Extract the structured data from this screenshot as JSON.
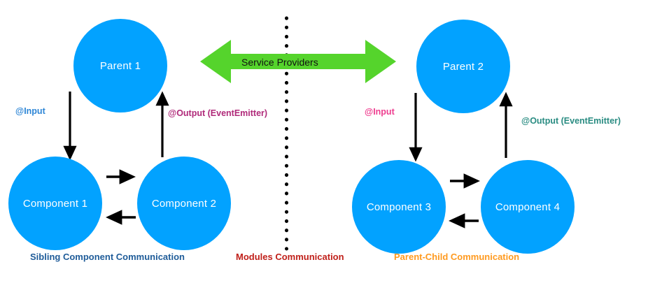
{
  "diagram": {
    "title": "Angular Component Communication Diagram",
    "background": "#ffffff",
    "colors": {
      "node_fill": "#02A2FF",
      "node_text": "#ffffff",
      "arrow": "#000000",
      "divider": "#000000",
      "service_arrow": "#55D42C",
      "service_text": "#111111",
      "input_left": "#2E86D6",
      "output_left": "#B02A7A",
      "input_right": "#EE3D8F",
      "output_right": "#2A8C82",
      "caption_sibling": "#1F5C99",
      "caption_modules": "#C0201A",
      "caption_parent_child": "#FF9A1F"
    },
    "nodes": [
      {
        "id": "parent1",
        "label": "Parent  1"
      },
      {
        "id": "parent2",
        "label": "Parent  2"
      },
      {
        "id": "component1",
        "label": "Component  1"
      },
      {
        "id": "component2",
        "label": "Component  2"
      },
      {
        "id": "component3",
        "label": "Component  3"
      },
      {
        "id": "component4",
        "label": "Component  4"
      }
    ],
    "annotations": {
      "input_left": "@Input",
      "output_left": "@Output (EventEmitter)",
      "input_right": "@Input",
      "output_right": "@Output (EventEmitter)",
      "service_providers": "Service Providers"
    },
    "captions": [
      {
        "id": "sibling",
        "text": "Sibling Component Communication"
      },
      {
        "id": "modules",
        "text": "Modules Communication"
      },
      {
        "id": "parent-child",
        "text": "Parent-Child Communication"
      }
    ]
  }
}
